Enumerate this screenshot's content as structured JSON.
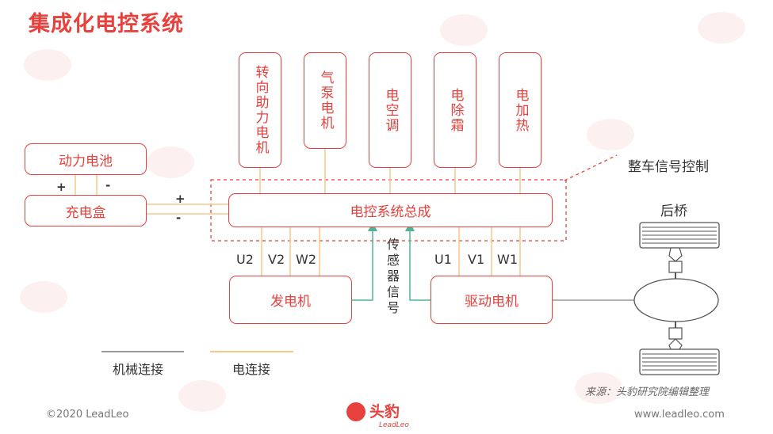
{
  "title": "集成化电控系统",
  "top_modules": [
    "转向助力电机",
    "气泵电机",
    "电空调",
    "电除霜",
    "电加热"
  ],
  "battery": "动力电池",
  "charger": "充电盒",
  "bus": "电控系统总成",
  "generator": "发电机",
  "drive_motor": "驱动电机",
  "vehicle_signal": "整车信号控制",
  "rear_axle": "后桥",
  "sensor_signal": "传感器信号",
  "phases_generator": [
    "U2",
    "V2",
    "W2"
  ],
  "phases_motor": [
    "U1",
    "V1",
    "W1"
  ],
  "polarity": {
    "plus": "+",
    "minus": "-"
  },
  "legend": {
    "mechanical": "机械连接",
    "electrical": "电连接"
  },
  "source": "来源：头豹研究院编辑整理",
  "footer": {
    "copyright": "©2020 LeadLeo",
    "website": "www.leadleo.com"
  },
  "logo": {
    "name": "头豹",
    "sub": "LeadLeo"
  },
  "colors": {
    "accent": "#e8403c",
    "electrical": "#f6c98a",
    "sensor": "#4fb39a",
    "mechanical": "#999999"
  }
}
